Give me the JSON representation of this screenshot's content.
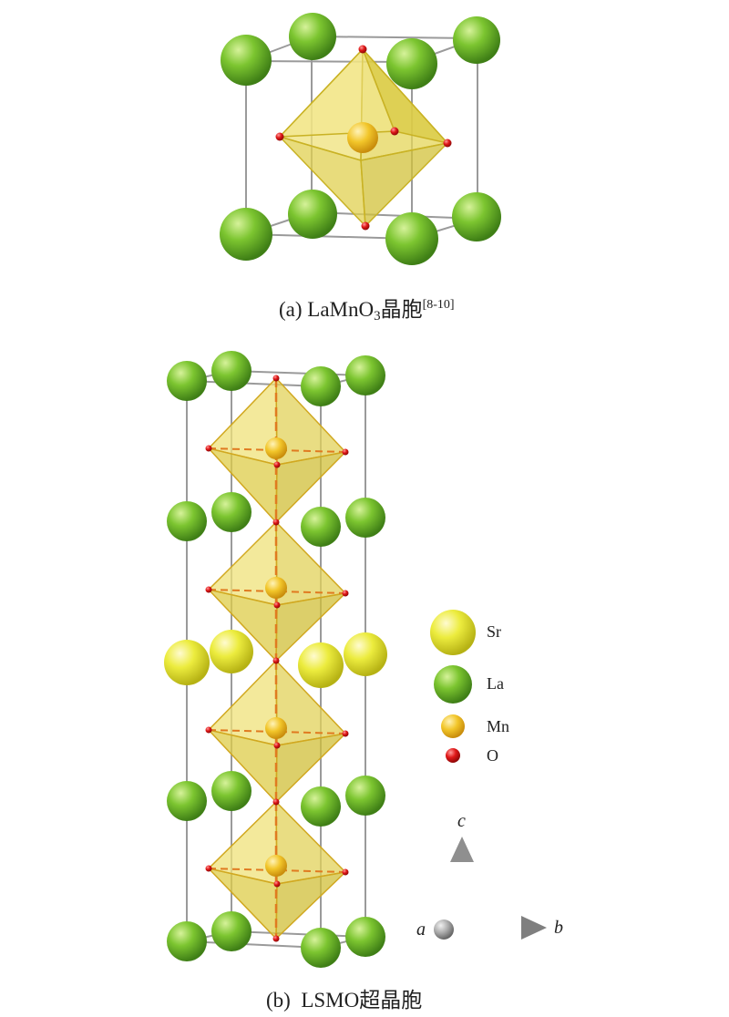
{
  "panel_a": {
    "caption_prefix": "(a) LaMnO",
    "caption_sub": "3",
    "caption_suffix": "晶胞",
    "caption_ref": "[8-10]"
  },
  "panel_b": {
    "caption": "(b)  LSMO超晶胞"
  },
  "legend": [
    {
      "label": "Sr",
      "color": "#e6e83c"
    },
    {
      "label": "La",
      "color": "#6fbf2a"
    },
    {
      "label": "Mn",
      "color": "#f0b51e"
    },
    {
      "label": "O",
      "color": "#e01818"
    }
  ],
  "axes": {
    "a": "a",
    "b": "b",
    "c": "c"
  },
  "colors": {
    "octahedron_fill": "#e6dc5a",
    "octahedron_edge": "#c9b224",
    "cell_line": "#9a9a9a",
    "axis_arrow": "#8a8a8a"
  }
}
